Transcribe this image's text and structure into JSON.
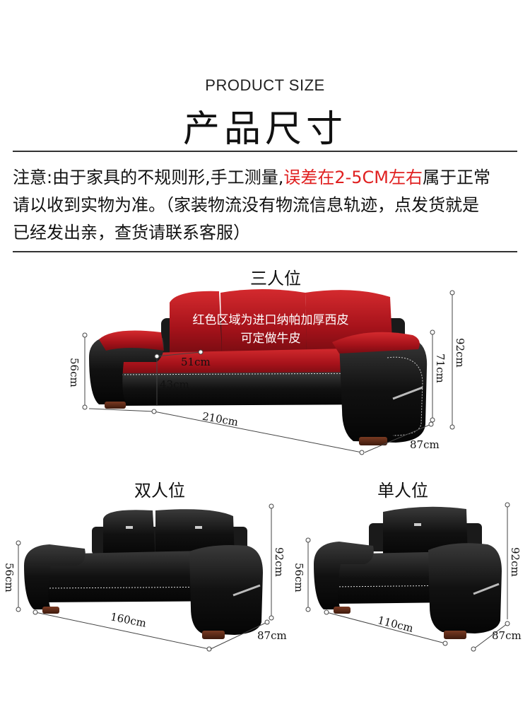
{
  "header": {
    "title_en": "PRODUCT SIZE",
    "title_cn": "产品尺寸"
  },
  "note": {
    "line1_prefix": "注意:由于家具的不规则形,手工测量,",
    "line1_warning": "误差在2-5CM左右",
    "line1_suffix": "属于正常",
    "line2": "请以收到实物为准。（家装物流没有物流信息轨迹，点发货就是",
    "line3": "已经发出亲，查货请联系客服）",
    "warning_color": "#e02020"
  },
  "three_seat": {
    "title": "三人位",
    "leather_line1": "红色区域为进口纳帕加厚西皮",
    "leather_line2": "可定做牛皮",
    "seat_width": "51cm",
    "seat_depth": "43cm",
    "length": "210cm",
    "depth": "87cm",
    "arm_height": "56cm",
    "seat_height": "71cm",
    "total_height": "92cm",
    "upholstery_color": "#b3121b"
  },
  "two_seat": {
    "title": "双人位",
    "length": "160cm",
    "depth": "87cm",
    "arm_height": "56cm",
    "total_height": "92cm"
  },
  "one_seat": {
    "title": "单人位",
    "length": "110cm",
    "depth": "87cm",
    "arm_height": "56cm",
    "total_height": "92cm"
  }
}
